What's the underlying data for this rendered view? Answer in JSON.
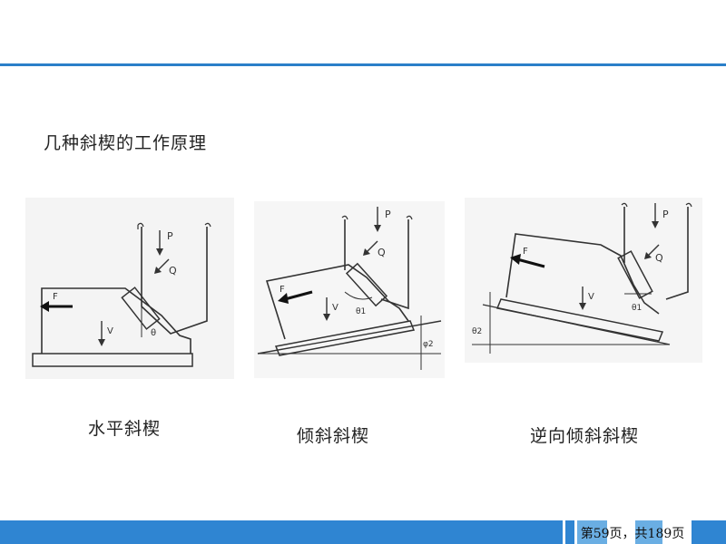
{
  "slide": {
    "heading": "几种斜楔的工作原理",
    "figures": [
      {
        "caption": "水平斜楔",
        "labels": {
          "P": "P",
          "Q": "Q",
          "F": "F",
          "V": "V",
          "angle": "θ"
        }
      },
      {
        "caption": "倾斜斜楔",
        "labels": {
          "P": "P",
          "Q": "Q",
          "F": "F",
          "V": "V",
          "angle1": "θ1",
          "angle2": "φ2"
        }
      },
      {
        "caption": "逆向倾斜斜楔",
        "labels": {
          "P": "P",
          "Q": "Q",
          "F": "F",
          "V": "V",
          "angle1": "θ1",
          "angle2": "θ2"
        }
      }
    ],
    "footer": {
      "page_text": "第59页，共189页"
    },
    "colors": {
      "accent": "#2a7fc9",
      "footer_band": "#2f85d2"
    }
  }
}
